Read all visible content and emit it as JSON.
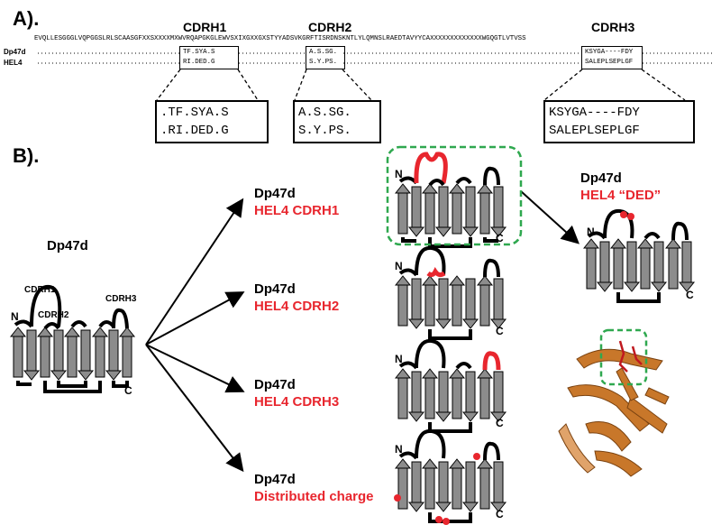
{
  "panel_a": {
    "label": "A).",
    "cdr_headers": [
      "CDRH1",
      "CDRH2",
      "CDRH3"
    ],
    "consensus_seq": "EVQLLESGGGLVQPGGSLRLSCAASGFXXSXXXXMXWVRQAPGKGLEWVSXIXGXXGXSTYYADSVKGRFTISRDNSKNTLYLQMNSLRAEDTAVYYCAXXXXXXXXXXXXXWGQGTLVTVSS",
    "rows": [
      "Dp47d",
      "HEL4"
    ],
    "small_boxes": {
      "h1": [
        "TF.SYA.S",
        "RI.DED.G"
      ],
      "h2": [
        "A.S.SG.",
        "S.Y.PS."
      ],
      "h3": [
        "KSYGA----FDY",
        "SALEPLSEPLGF"
      ]
    },
    "zoom_boxes": {
      "h1": [
        ".TF.SYA.S",
        ".RI.DED.G"
      ],
      "h2": [
        "A.S.SG.",
        "S.Y.PS."
      ],
      "h3": [
        "KSYGA----FDY",
        "SALEPLSEPLGF"
      ]
    }
  },
  "panel_b": {
    "label": "B).",
    "source": {
      "name": "Dp47d",
      "loop_labels": [
        "CDRH1",
        "CDRH2",
        "CDRH3"
      ],
      "terminal_n": "N",
      "terminal_c": "C"
    },
    "variants": [
      {
        "name": "Dp47d",
        "sub": "HEL4 CDRH1"
      },
      {
        "name": "Dp47d",
        "sub": "HEL4 CDRH2"
      },
      {
        "name": "Dp47d",
        "sub": "HEL4 CDRH3"
      },
      {
        "name": "Dp47d",
        "sub": "Distributed charge"
      }
    ],
    "derived": {
      "name": "Dp47d",
      "sub": "HEL4 “DED”"
    },
    "term_n": "N",
    "term_c": "C"
  },
  "colors": {
    "accent_red": "#e8262e",
    "strand_gray": "#8c8c8c",
    "dashed_green": "#2fa84f",
    "ribbon_orange": "#c8772a"
  }
}
